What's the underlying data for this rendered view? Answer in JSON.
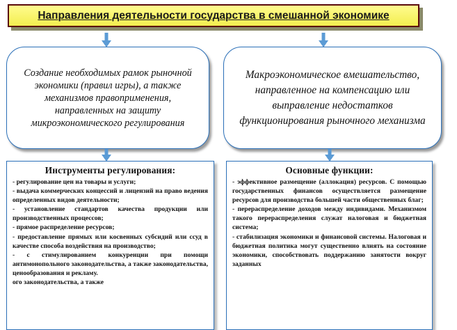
{
  "title": "Направления деятельности государства в смешанной экономике",
  "left_box": {
    "text": "Создание необходимых рамок рыночной экономики (правил игры), а также механизмов правоприменения, направленных на защиту микроэкономического регулирования"
  },
  "right_box": {
    "text": "Макроэкономическое вмешательство, направленное на компенсацию или выправление недостатков функционирования рыночного механизма"
  },
  "left_panel": {
    "heading": "Инструменты регулирования:",
    "items": [
      "- регулирование цен на товары и услуги;",
      "- выдача коммерческих концессий и лицензий на право ведения определенных видов деятельности;",
      "- установление стандартов качества продукции или производственных процессов;",
      "- прямое распределение ресурсов;",
      "- предоставление прямых или косвенных субсидий или ссуд в качестве способа воздействия на производство;",
      "- с стимулированием конкуренции при помощи антимонопольного законодательства, а также законодательства, ценообразования и рекламу.",
      "ого законодательства, а также"
    ]
  },
  "right_panel": {
    "heading": "Основные функции:",
    "items": [
      "- эффективное размещение (аллокация) ресурсов. С помощью государственных финансов осуществляется размещение ресурсов для производства большей части общественных благ;",
      "- перераспределение доходов между индивидами. Механизмом такого перераспределения служат налоговая и бюджетная система;",
      "- стабилизация экономики и финансовой системы. Налоговая и бюджетная политика могут существенно влиять на состояние экономики, способствовать поддержанию занятости вокруг заданных"
    ]
  },
  "colors": {
    "title_fill": "#f3ee4f",
    "title_border": "#5a0a0a",
    "box_border": "#2a6fb8",
    "arrow": "#5b9bd5"
  }
}
